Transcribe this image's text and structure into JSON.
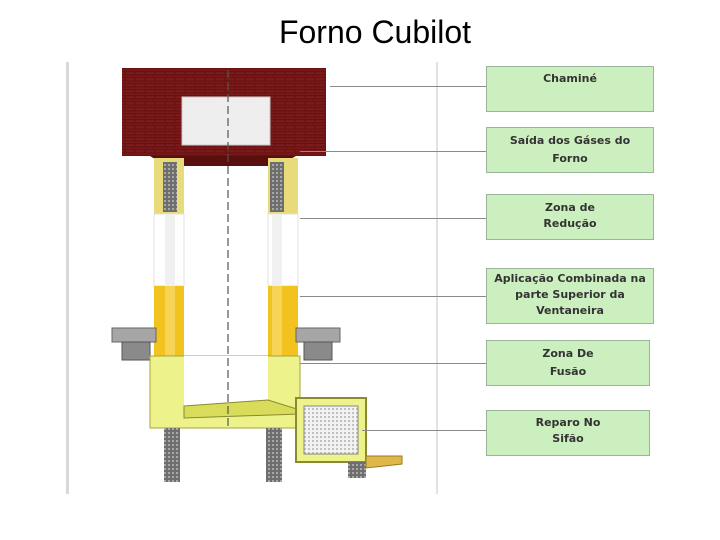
{
  "slide": {
    "title": "Forno Cubilot"
  },
  "labels": {
    "chamine": "Chaminé",
    "saida_gases": "Saída dos Gáses do Forno",
    "zona_reducao": "Zona de Redução",
    "aplicacao": "Aplicação Combinada na parte Superior da Ventaneira",
    "zona_fusao": "Zona De Fusão",
    "reparo_sifao": "Reparo No Sifão"
  },
  "colors": {
    "chimney_brick": "#7a1a1a",
    "label_fill": "#ccefbf",
    "yellow_zone": "#f2c21f",
    "lime_zone": "#eef28a",
    "refractory": "#8f8f8f"
  }
}
